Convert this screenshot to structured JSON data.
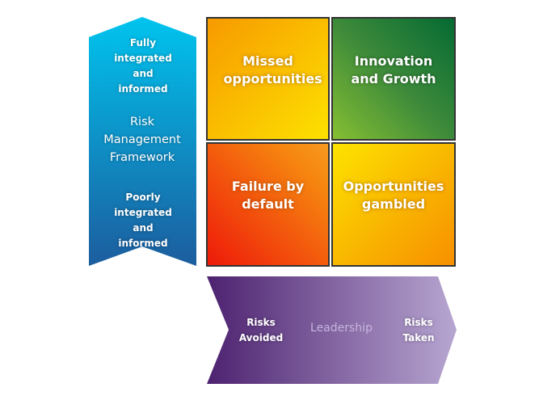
{
  "left_arrow": {
    "top_label": "Fully integrated and informed",
    "title": "Risk Management Framework",
    "bottom_label": "Poorly integrated and informed",
    "colors": {
      "top": "#00c2ec",
      "bottom": "#1b5fa0"
    }
  },
  "quadrants": [
    {
      "label": "Missed opportunities",
      "position": "top-left"
    },
    {
      "label": "Innovation and Growth",
      "position": "top-right"
    },
    {
      "label": "Failure by default",
      "position": "bottom-left"
    },
    {
      "label": "Opportunities gambled",
      "position": "bottom-right"
    }
  ],
  "bottom_arrow": {
    "left_label": "Risks Avoided",
    "title": "Leadership",
    "right_label": "Risks Taken",
    "colors": {
      "left": "#4e2472",
      "right": "#b4a3cf"
    }
  }
}
